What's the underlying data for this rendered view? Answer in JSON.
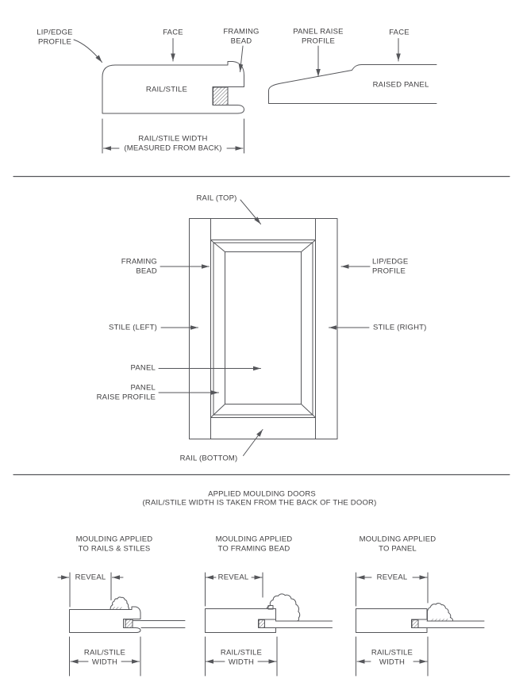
{
  "palette": {
    "line": "#55565a",
    "text": "#414042",
    "background": "#ffffff"
  },
  "profile_section": {
    "lip_edge_profile": "LIP/EDGE\nPROFILE",
    "face_left": "FACE",
    "framing_bead": "FRAMING\nBEAD",
    "rail_stile": "RAIL/STILE",
    "rail_stile_width": "RAIL/STILE WIDTH\n(MEASURED FROM BACK)",
    "panel_raise_profile": "PANEL RAISE\nPROFILE",
    "face_right": "FACE",
    "raised_panel": "RAISED PANEL"
  },
  "door_section": {
    "rail_top": "RAIL (TOP)",
    "framing_bead": "FRAMING\nBEAD",
    "lip_edge_profile": "LIP/EDGE\nPROFILE",
    "stile_left": "STILE (LEFT)",
    "stile_right": "STILE (RIGHT)",
    "panel": "PANEL",
    "panel_raise_profile": "PANEL\nRAISE PROFILE",
    "rail_bottom": "RAIL (BOTTOM)"
  },
  "moulding_section": {
    "title": "APPLIED MOULDING DOORS",
    "subtitle": "(RAIL/STILE WIDTH IS TAKEN FROM THE BACK OF THE DOOR)",
    "columns": [
      {
        "title": "MOULDING APPLIED\nTO RAILS & STILES",
        "reveal_label": "REVEAL",
        "width_label": "RAIL/STILE\nWIDTH"
      },
      {
        "title": "MOULDING APPLIED\nTO FRAMING BEAD",
        "reveal_label": "REVEAL",
        "width_label": "RAIL/STILE\nWIDTH"
      },
      {
        "title": "MOULDING APPLIED\nTO PANEL",
        "reveal_label": "REVEAL",
        "width_label": "RAIL/STILE\nWIDTH"
      }
    ]
  }
}
